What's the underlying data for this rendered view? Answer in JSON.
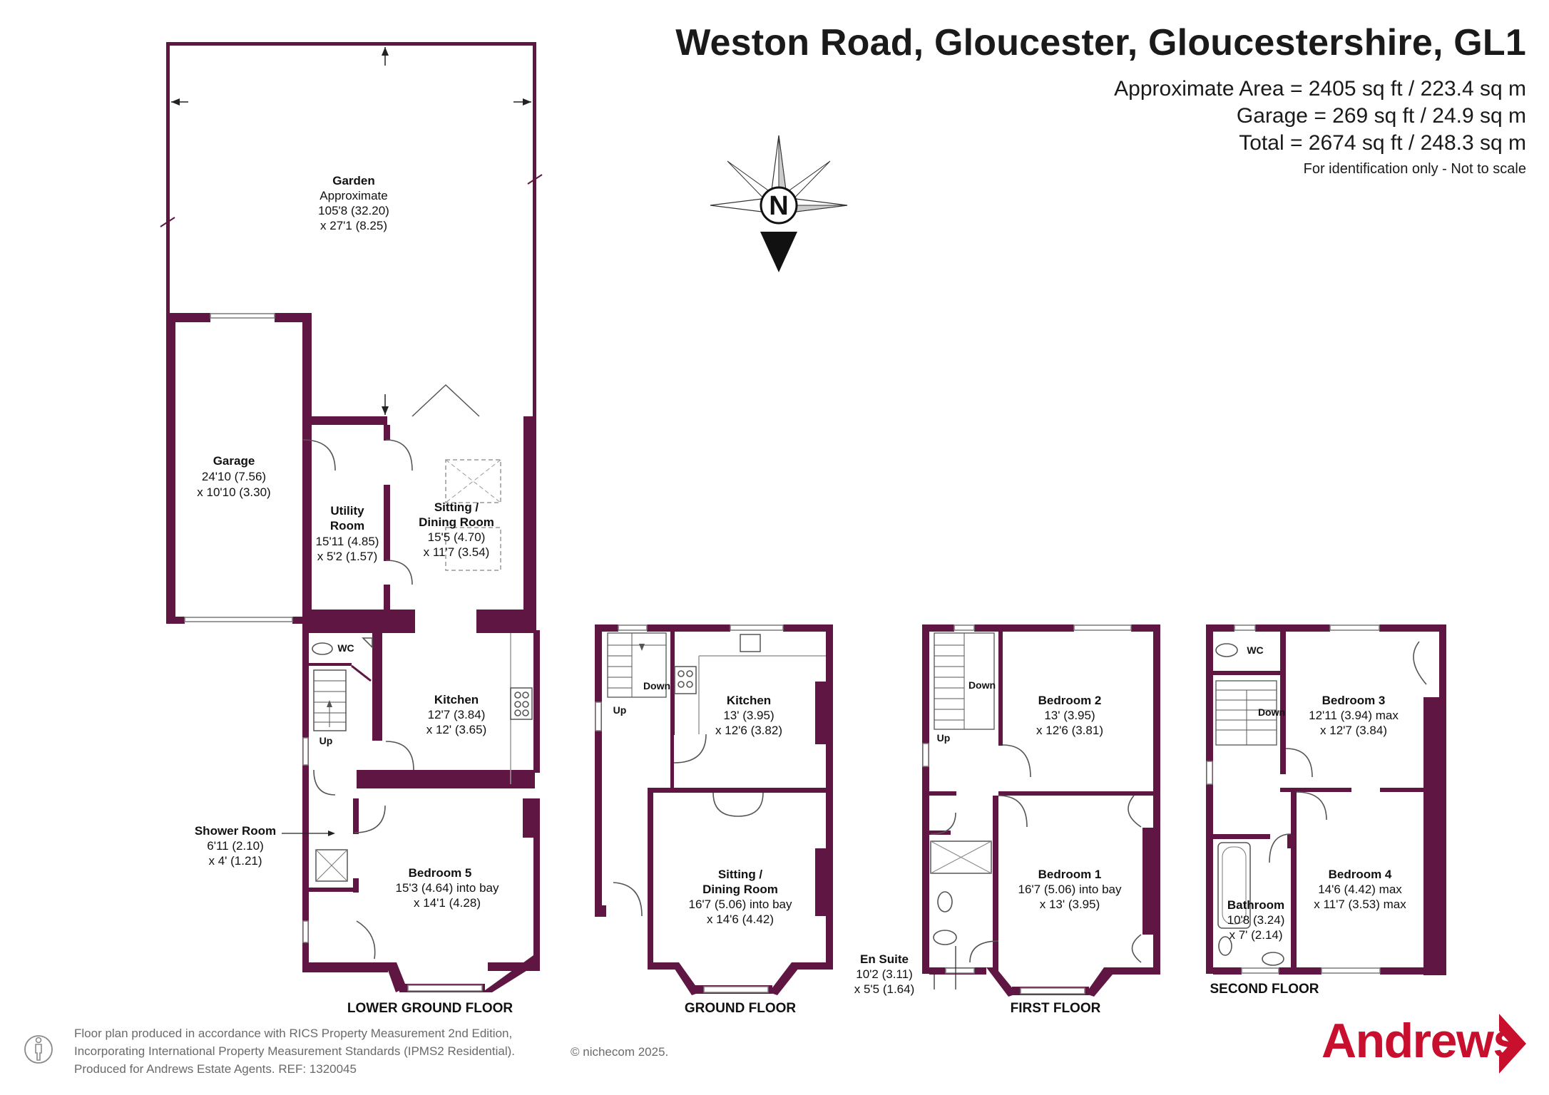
{
  "header": {
    "title": "Weston Road, Gloucester, Gloucestershire, GL1",
    "area_main": "Approximate Area = 2405 sq ft / 223.4 sq m",
    "area_garage": "Garage = 269 sq ft / 24.9 sq m",
    "area_total": "Total = 2674 sq ft / 248.3 sq m",
    "identification": "For identification only - Not to scale"
  },
  "compass": {
    "label": "N"
  },
  "floors": {
    "lower_ground": {
      "label": "LOWER GROUND FLOOR",
      "garden": {
        "name": "Garden",
        "line1": "Approximate",
        "line2": "105'8 (32.20)",
        "line3": "x 27'1 (8.25)"
      },
      "garage": {
        "name": "Garage",
        "dim1": "24'10 (7.56)",
        "dim2": "x 10'10 (3.30)"
      },
      "utility": {
        "name1": "Utility",
        "name2": "Room",
        "dim1": "15'11 (4.85)",
        "dim2": "x 5'2 (1.57)"
      },
      "sitting": {
        "name1": "Sitting  /",
        "name2": "Dining Room",
        "dim1": "15'5 (4.70)",
        "dim2": "x 11'7 (3.54)"
      },
      "wc": "WC",
      "kitchen": {
        "name": "Kitchen",
        "dim1": "12'7 (3.84)",
        "dim2": "x 12' (3.65)"
      },
      "stairs_up": "Up",
      "shower": {
        "name": "Shower Room",
        "dim1": "6'11 (2.10)",
        "dim2": "x 4' (1.21)"
      },
      "bedroom5": {
        "name": "Bedroom 5",
        "dim1": "15'3 (4.64) into bay",
        "dim2": "x 14'1 (4.28)"
      }
    },
    "ground": {
      "label": "GROUND FLOOR",
      "kitchen": {
        "name": "Kitchen",
        "dim1": "13' (3.95)",
        "dim2": "x 12'6 (3.82)"
      },
      "stairs_up": "Up",
      "stairs_down": "Down",
      "sitting": {
        "name1": "Sitting  /",
        "name2": "Dining Room",
        "dim1": "16'7 (5.06) into bay",
        "dim2": "x 14'6 (4.42)"
      }
    },
    "first": {
      "label": "FIRST FLOOR",
      "bedroom2": {
        "name": "Bedroom 2",
        "dim1": "13' (3.95)",
        "dim2": "x 12'6 (3.81)"
      },
      "bedroom1": {
        "name": "Bedroom 1",
        "dim1": "16'7 (5.06) into bay",
        "dim2": "x 13' (3.95)"
      },
      "stairs_up": "Up",
      "stairs_down": "Down",
      "ensuite": {
        "name": "En Suite",
        "dim1": "10'2 (3.11)",
        "dim2": "x 5'5 (1.64)"
      }
    },
    "second": {
      "label": "SECOND FLOOR",
      "wc": "WC",
      "stairs_down": "Down",
      "bedroom3": {
        "name": "Bedroom 3",
        "dim1": "12'11 (3.94) max",
        "dim2": "x 12'7 (3.84)"
      },
      "bedroom4": {
        "name": "Bedroom 4",
        "dim1": "14'6 (4.42) max",
        "dim2": "x 11'7 (3.53) max"
      },
      "bathroom": {
        "name": "Bathroom",
        "dim1": "10'8 (3.24)",
        "dim2": "x 7' (2.14)"
      }
    }
  },
  "footer": {
    "line1": "Floor plan produced in accordance with RICS Property Measurement 2nd Edition,",
    "line2": "Incorporating International Property Measurement Standards (IPMS2 Residential).",
    "line3": "Produced for Andrews Estate Agents.   REF: 1320045",
    "copyright": "© nichecom 2025."
  },
  "brand": {
    "name": "Andrews",
    "color": "#c8102e"
  },
  "colors": {
    "wall": "#5f1642"
  }
}
